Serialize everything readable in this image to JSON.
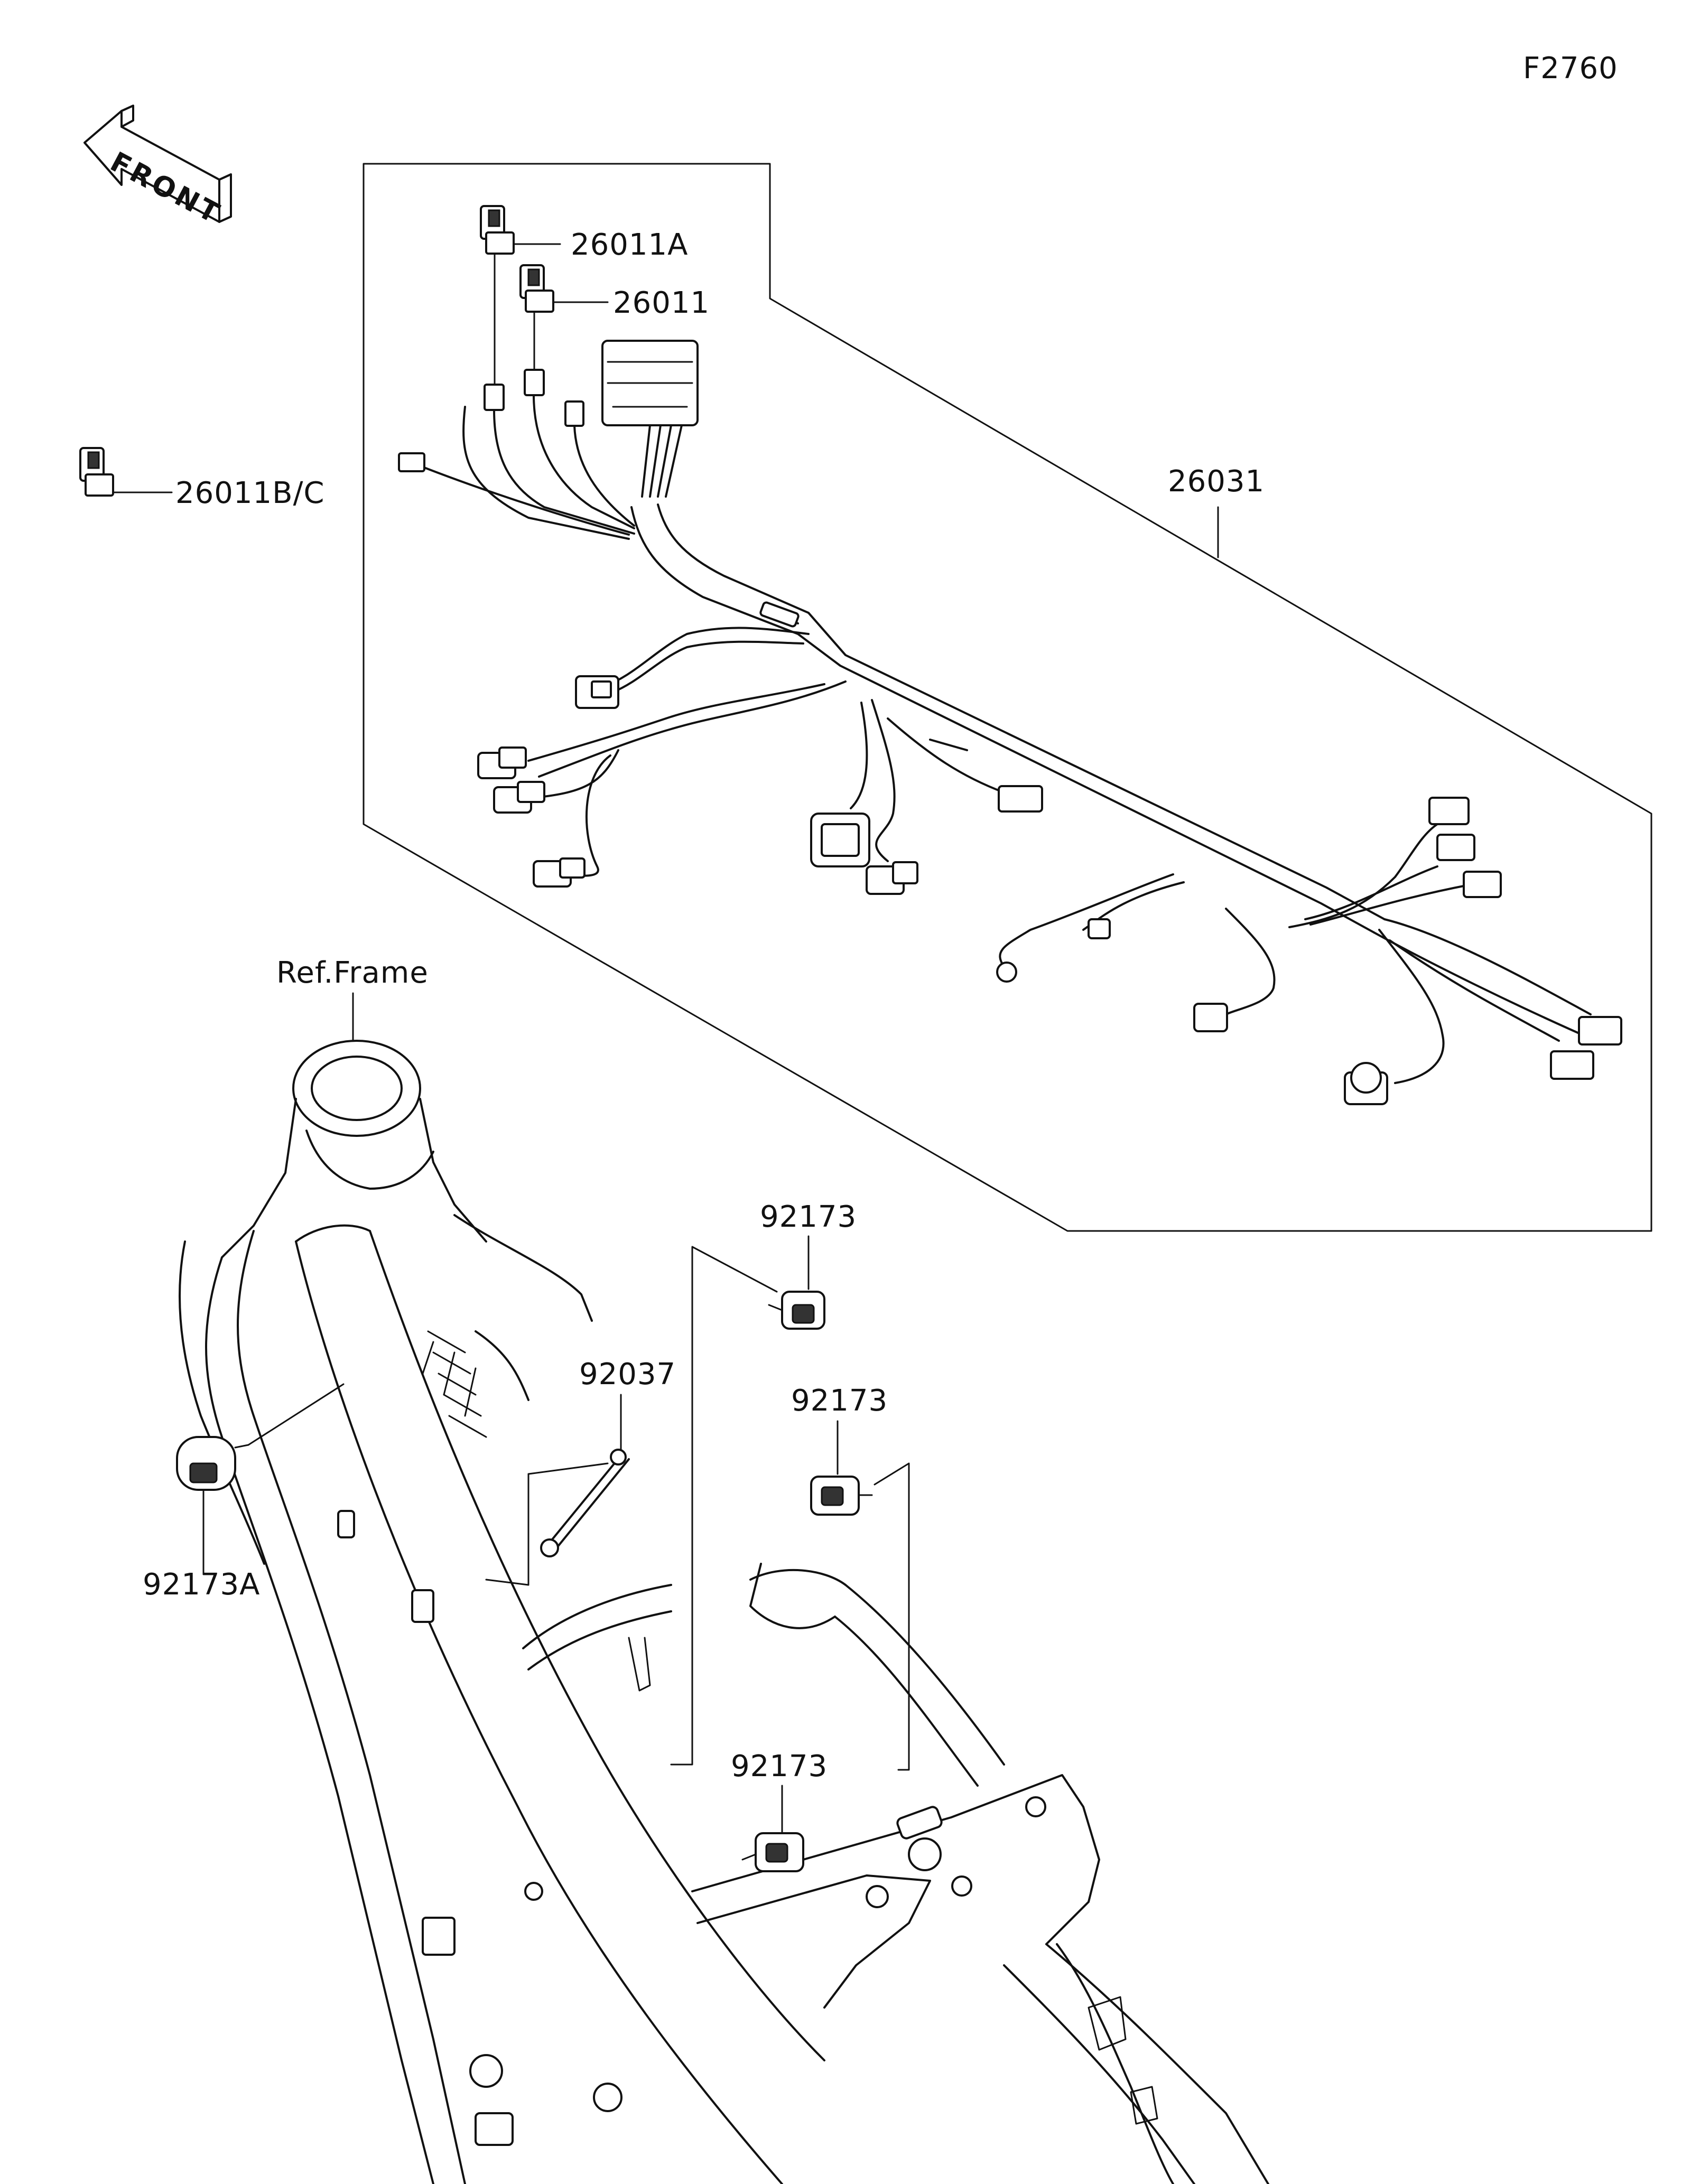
{
  "figure_code": "F2760",
  "front_arrow": {
    "text": "FRONT"
  },
  "labels": {
    "connector_a": "26011A",
    "connector": "26011",
    "connector_bc": "26011B/C",
    "main_harness": "26031",
    "ref_frame": "Ref.Frame",
    "clamp_top": "92173",
    "band": "92037",
    "clamp_mid": "92173",
    "clamp_left": "92173A",
    "clamp_bottom": "92173"
  },
  "colors": {
    "line": "#111111",
    "background": "#ffffff"
  }
}
